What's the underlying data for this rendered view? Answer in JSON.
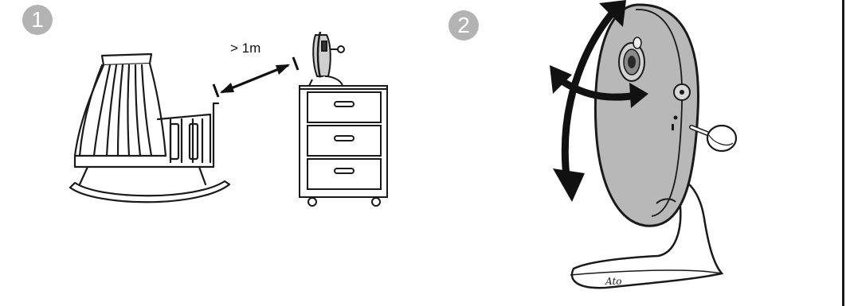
{
  "steps": [
    {
      "number": "1"
    },
    {
      "number": "2"
    }
  ],
  "placement": {
    "distance_label": "> 1m"
  },
  "colors": {
    "badge": "#b3b3b3",
    "line": "#1a1a1a",
    "camera_body": "#b8b8b8",
    "arrow": "#111111"
  },
  "icons": [
    "crib-icon",
    "dresser-icon",
    "camera-icon",
    "distance-arrow-icon",
    "tilt-arrow-icon",
    "pan-arrow-icon"
  ]
}
